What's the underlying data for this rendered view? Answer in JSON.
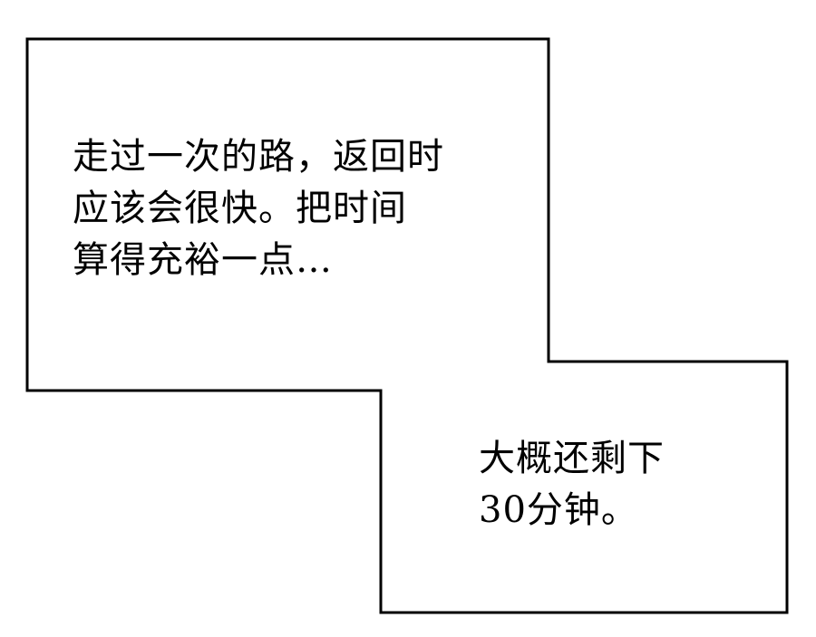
{
  "caption_box_1": {
    "lines": [
      "走过一次的路，返回时",
      "应该会很快。把时间",
      "算得充裕一点…"
    ]
  },
  "caption_box_2": {
    "lines": [
      "大概还剩下",
      "30分钟。"
    ]
  },
  "colors": {
    "background": "#ffffff",
    "border": "#000000",
    "text": "#000000"
  }
}
